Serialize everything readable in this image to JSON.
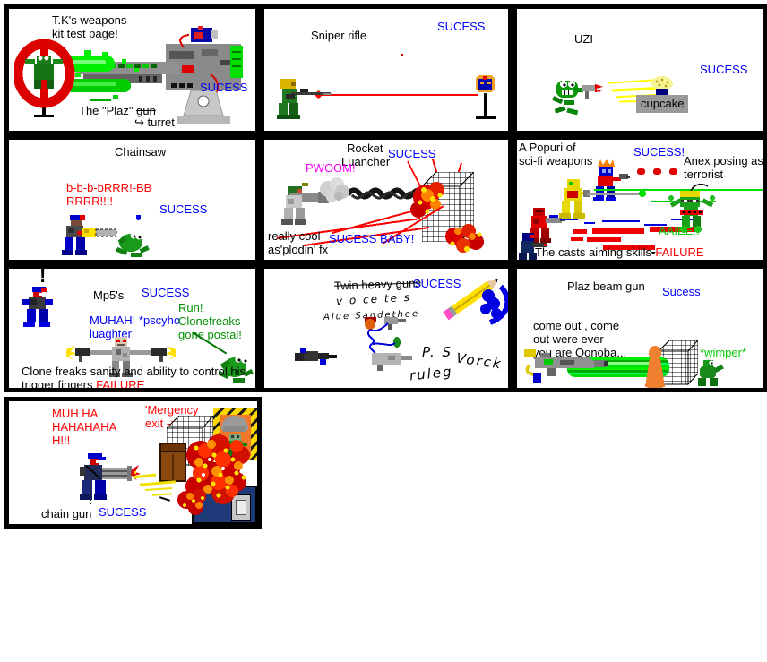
{
  "page_title": "T.K's weapons kit test page",
  "panels": {
    "plaz": {
      "title1": "T.K's weapons",
      "title2": "kit test page!",
      "status": "SUCESS",
      "cap_pre": "The \"Plaz\"",
      "cap_struck": "gun",
      "cap_arrow": "↪",
      "cap_post": "turret"
    },
    "sniper": {
      "title": "Sniper rifle",
      "status": "SUCESS"
    },
    "uzi": {
      "title": "UZI",
      "status": "SUCESS",
      "cupcake": "cupcake"
    },
    "chainsaw": {
      "title": "Chainsaw",
      "sfx1": "b-b-b-bRRR!-BB",
      "sfx2": "RRRR!!!!",
      "status": "SUCESS"
    },
    "rocket": {
      "title1": "Rocket",
      "title2": "Luancher",
      "status": "SUCESS",
      "pwoom": "PWOOM!",
      "baby": "SUCESS BABY!",
      "note1": "really cool",
      "note2": "as'plodin' fx"
    },
    "popuri": {
      "title1": "A Popuri of",
      "title2": "sci-fi weapons",
      "status": "SUCESS!",
      "anex1": "Anex posing as",
      "anex2": "terrorist",
      "scream": "AAIEE!!",
      "verdict": "The casts aiming skills",
      "dash": "-",
      "fail": "FAILURE"
    },
    "mp5": {
      "exclaim": "!",
      "title": "Mp5's",
      "status": "SUCESS",
      "laugh1": "MUHAH! *pscyho",
      "laugh2": "luaghter",
      "run1": "Run!",
      "run2": "Clonefreaks",
      "run3": "gone postal!",
      "verdict1": "Clone freaks sanity and ability to control his",
      "verdict2": "trigger fingers ",
      "fail": "FAILURE"
    },
    "sketch": {
      "title": "Twin heavy guns",
      "status": "SUCESS",
      "scribble1": "v o ce te s",
      "scribble2": "Alue Sandethee",
      "ps1": "P. S",
      "ps2": "Vorck",
      "ps3": "ruleg"
    },
    "plazbeam": {
      "title": "Plaz beam gun",
      "status": "Sucess",
      "taunt1": "come out , come",
      "taunt2": "out were ever",
      "taunt3": "you are Oonoba...",
      "wimper": "*wimper*"
    },
    "chaingun": {
      "laugh1": "MUH HA",
      "laugh2": "HAHAHAHA",
      "laugh3": "H!!!",
      "exit1": "'Mergency",
      "exit2": "exit -> ->",
      "title": "chain gun",
      "status": "SUCESS"
    }
  },
  "colors": {
    "success_blue": "#0000ff",
    "fail_red": "#ff0000",
    "sfx_magenta": "#ff00ff",
    "scream_green": "#00cc00",
    "plasma_green": "#00ee00",
    "panel_border": "#000000"
  }
}
